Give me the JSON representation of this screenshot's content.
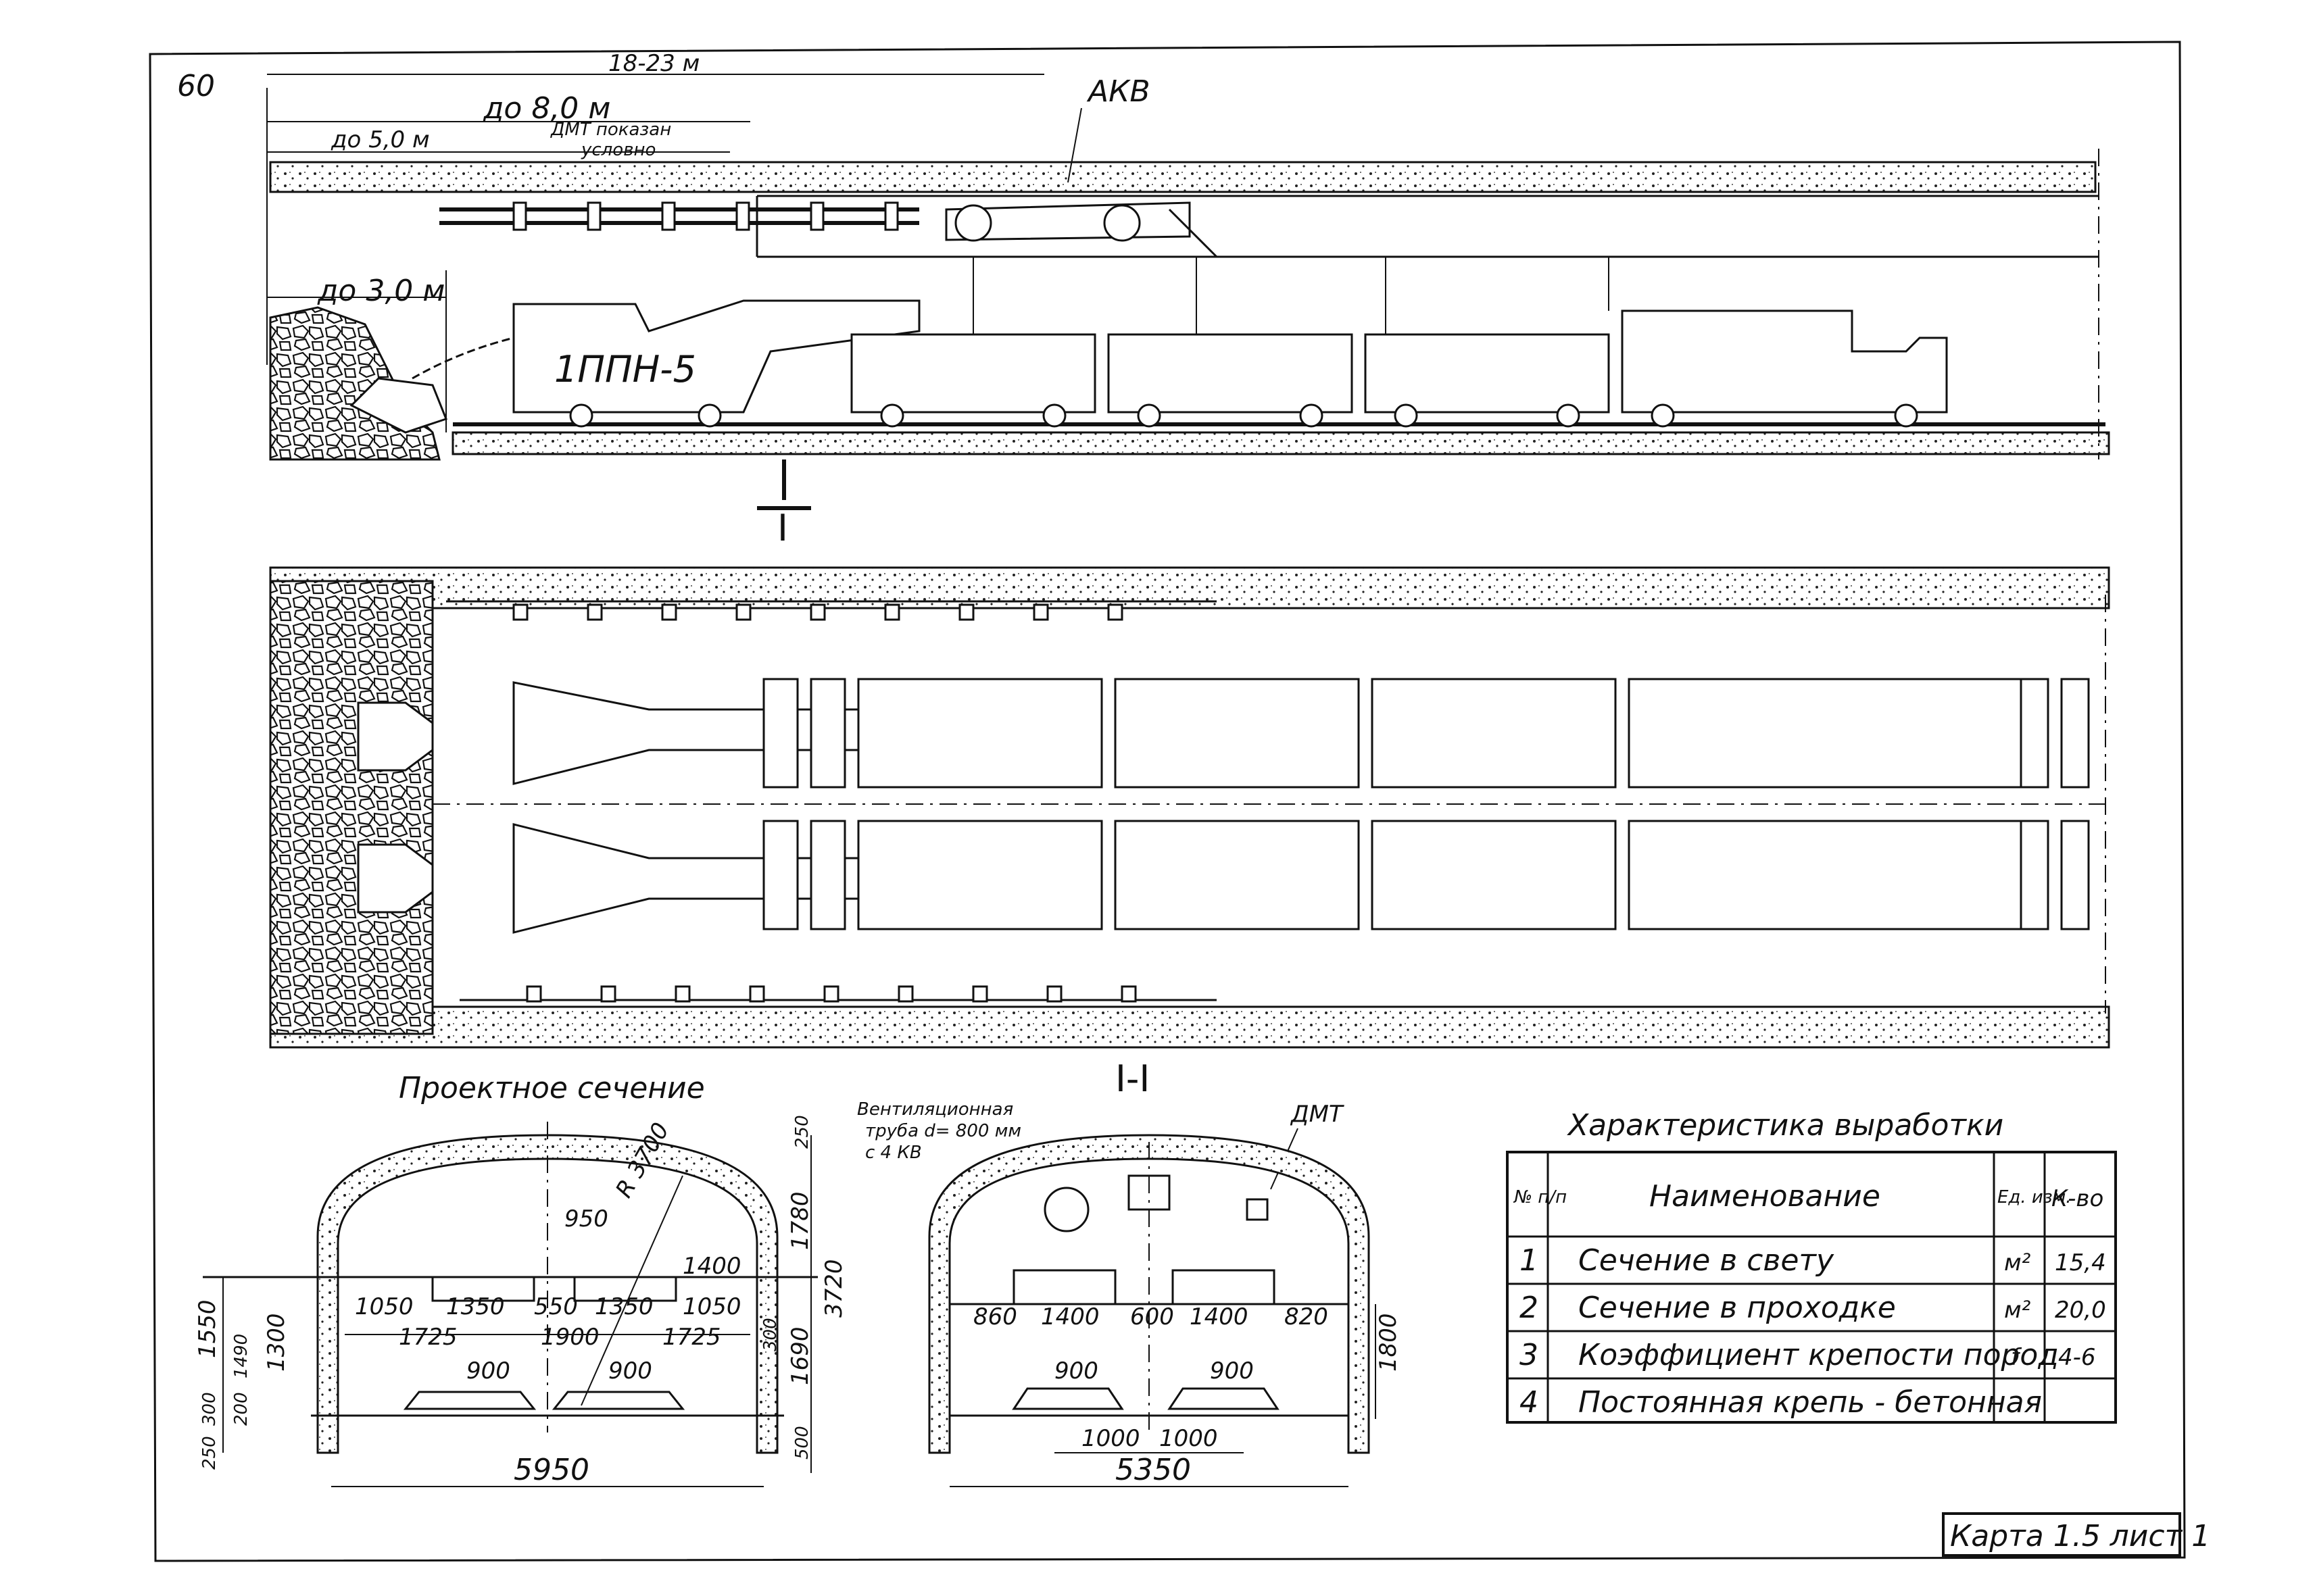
{
  "sheet": {
    "page_number": "60",
    "stamp": "Карта 1.5 лист 1"
  },
  "side_view": {
    "dim_total": "18-23 м",
    "dim_8": "до 8,0 м",
    "dim_5": "до 5,0 м",
    "dim_3": "до 3,0 м",
    "dmt_note_1": "ДМТ показан",
    "dmt_note_2": "условно",
    "fan_label": "АКВ",
    "machine_label": "1ППН-5",
    "section_mark": "I"
  },
  "project_section": {
    "title": "Проектное сечение",
    "dims": {
      "d950": "950",
      "r3700": "R 3700",
      "d1400": "1400",
      "d1050a": "1050",
      "d1350a": "1350",
      "d550": "550",
      "d1350b": "1350",
      "d1050b": "1050",
      "d1725a": "1725",
      "d1900": "1900",
      "d1725b": "1725",
      "d900a": "900",
      "d900b": "900",
      "d5950": "5950",
      "v250top": "250",
      "v1780": "1780",
      "v3720": "3720",
      "v1690": "1690",
      "v300r": "300",
      "v500": "500",
      "v1550": "1550",
      "v1300": "1300",
      "v1490": "1490",
      "v300": "300",
      "v200": "200",
      "v250": "250"
    }
  },
  "section_I": {
    "title": "I-I",
    "vent_1": "Вентиляционная",
    "vent_2": "труба d= 800 мм",
    "vent_3": "с 4 КВ",
    "dmt": "ДМТ",
    "dims": {
      "d860": "860",
      "d1400a": "1400",
      "d600": "600",
      "d1400b": "1400",
      "d820": "820",
      "d900a": "900",
      "d900b": "900",
      "d1000a": "1000",
      "d1000b": "1000",
      "d5350": "5350",
      "v1800": "1800"
    }
  },
  "characteristics": {
    "title": "Характеристика выработки",
    "headers": [
      "№ п/п",
      "Наименование",
      "Ед. изм.",
      "К-во"
    ],
    "rows": [
      [
        "1",
        "Сечение в свету",
        "м²",
        "15,4"
      ],
      [
        "2",
        "Сечение в проходке",
        "м²",
        "20,0"
      ],
      [
        "3",
        "Коэффициент крепости пород",
        "f",
        "4-6"
      ],
      [
        "4",
        "Постоянная крепь - бетонная",
        "",
        ""
      ]
    ]
  }
}
